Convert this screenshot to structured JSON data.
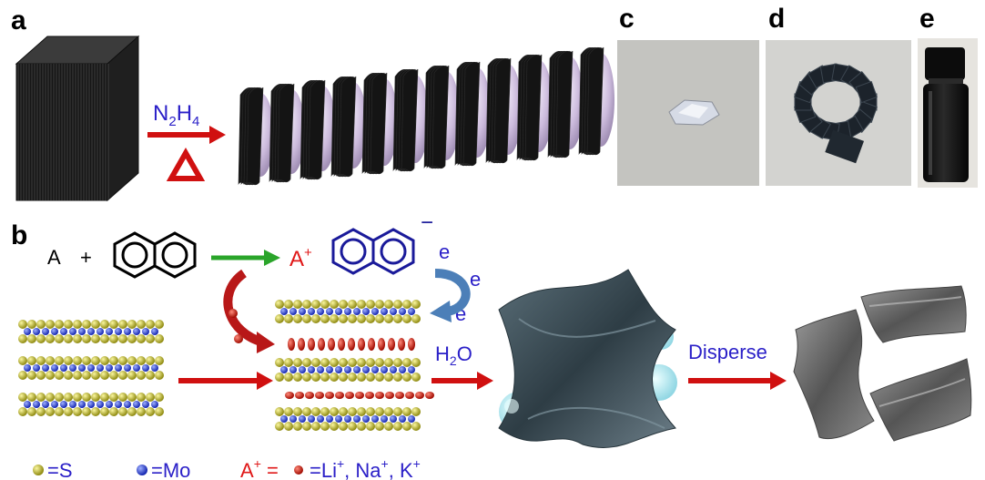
{
  "panels": {
    "a": "a",
    "b": "b",
    "c": "c",
    "d": "d",
    "e": "e"
  },
  "step_a": {
    "reagent_main": "N",
    "sub1": "2",
    "reagent_mid": "H",
    "sub2": "4"
  },
  "step_b": {
    "atom_a": "A",
    "plus": "+",
    "cation_main": "A",
    "cation_sup": "+",
    "anion_sign": "−",
    "electron": "e",
    "water_main": "H",
    "water_sub": "2",
    "water_end": "O",
    "disperse": "Disperse"
  },
  "legend": {
    "s_label": "=S",
    "mo_label": "=Mo",
    "a_main": "A",
    "a_sup": "+",
    "a_eq": " = ",
    "li": "=Li",
    "na": ", Na",
    "k": ", K",
    "ion_sup": "+"
  },
  "colors": {
    "text": "#000000",
    "blue": "#2b20c8",
    "red": "#e01818",
    "green": "#2aa52a",
    "arrow_red": "#d01010",
    "sulfur": "#c8c21a",
    "molybdenum": "#2a3fd8",
    "navy": "#1a1a9a",
    "steel": "#4a5a62",
    "gray": "#7a7a7a"
  }
}
